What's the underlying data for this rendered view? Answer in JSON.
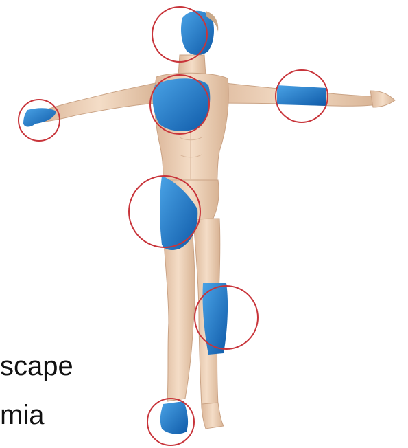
{
  "caption": {
    "line1": "scape",
    "line2": "mia"
  },
  "colors": {
    "highlight_blue": "#1f78c8",
    "highlight_blue_dark": "#0f4f94",
    "circle_red": "#c8343a",
    "skin": "#f1d6bd",
    "skin_shadow": "#d9b597",
    "hair": "#c9a98a",
    "background": "#ffffff"
  },
  "icons": [
    "body-figure-illustration",
    "highlight-circle"
  ]
}
